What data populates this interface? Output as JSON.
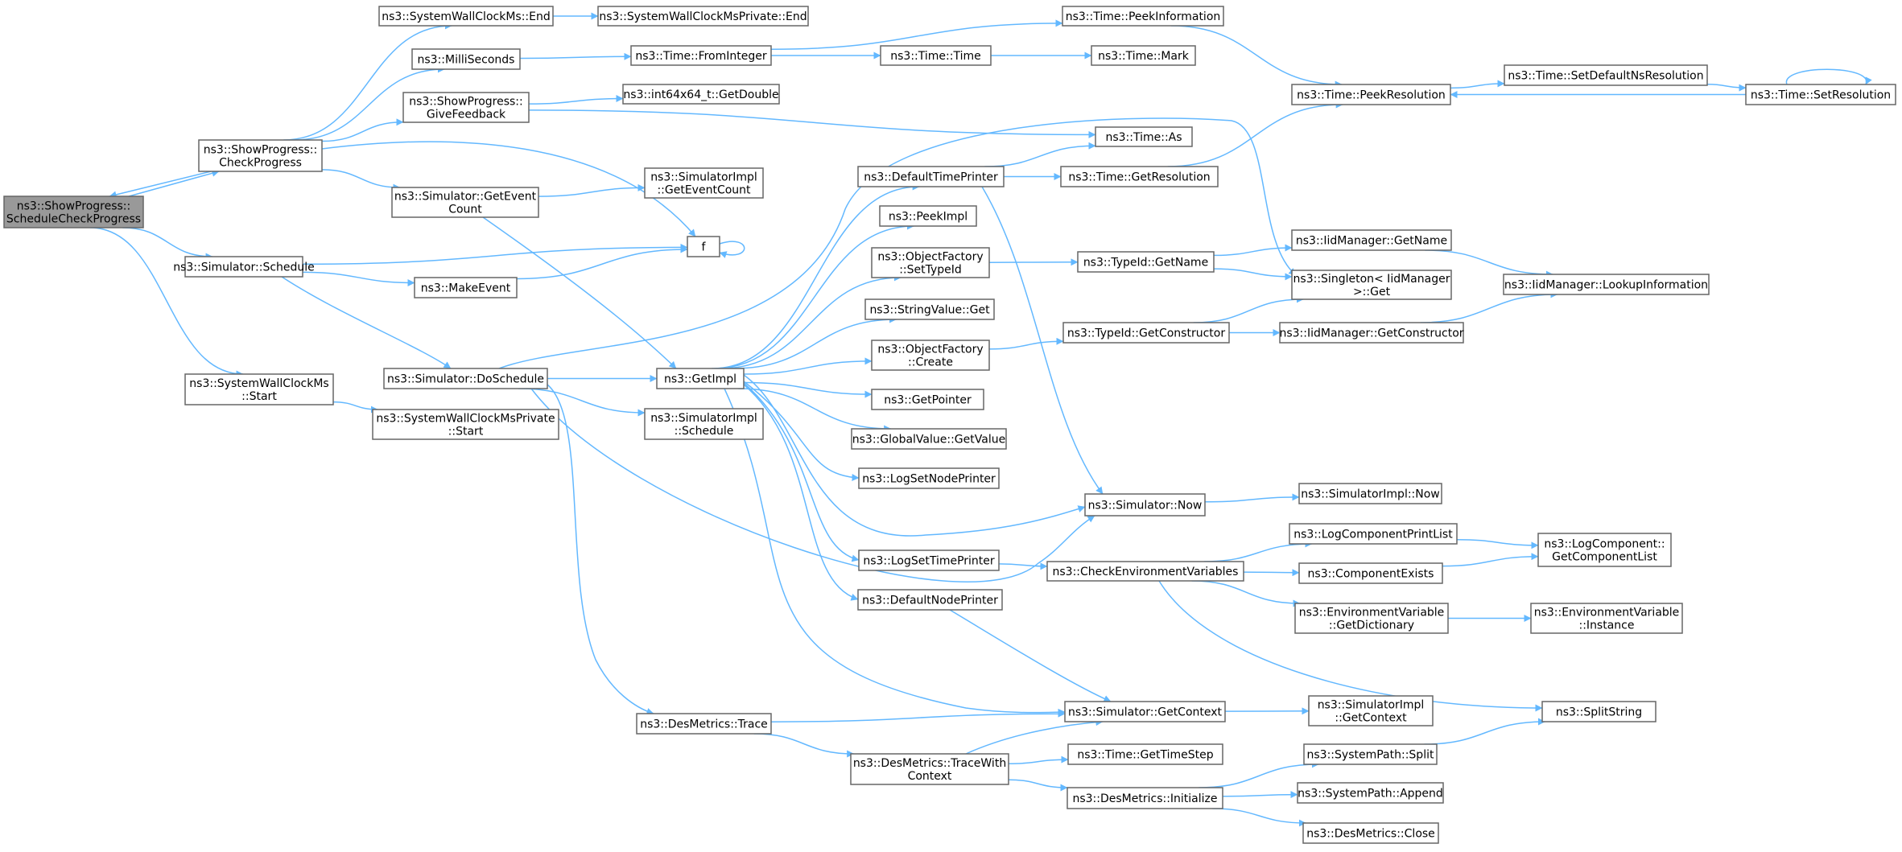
{
  "graph": {
    "edge_color": "#63b8ff",
    "node_border": "#666666",
    "root_fill": "#999999",
    "nodes": [
      {
        "id": "root",
        "lines": [
          "ns3::ShowProgress::",
          "ScheduleCheckProgress"
        ],
        "root": true
      },
      {
        "id": "sp_check",
        "lines": [
          "ns3::ShowProgress::",
          "CheckProgress"
        ]
      },
      {
        "id": "swc_end",
        "lines": [
          "ns3::SystemWallClockMs::End"
        ]
      },
      {
        "id": "swcp_end",
        "lines": [
          "ns3::SystemWallClockMsPrivate::End"
        ]
      },
      {
        "id": "millisec",
        "lines": [
          "ns3::MilliSeconds"
        ]
      },
      {
        "id": "time_fromint",
        "lines": [
          "ns3::Time::FromInteger"
        ]
      },
      {
        "id": "time_peekinfo",
        "lines": [
          "ns3::Time::PeekInformation"
        ]
      },
      {
        "id": "time_time",
        "lines": [
          "ns3::Time::Time"
        ]
      },
      {
        "id": "time_mark",
        "lines": [
          "ns3::Time::Mark"
        ]
      },
      {
        "id": "sp_give",
        "lines": [
          "ns3::ShowProgress::",
          "GiveFeedback"
        ]
      },
      {
        "id": "int64_getdouble",
        "lines": [
          "ns3::int64x64_t::GetDouble"
        ]
      },
      {
        "id": "time_as",
        "lines": [
          "ns3::Time::As"
        ]
      },
      {
        "id": "time_peekres",
        "lines": [
          "ns3::Time::PeekResolution"
        ]
      },
      {
        "id": "time_setdefault",
        "lines": [
          "ns3::Time::SetDefaultNsResolution"
        ]
      },
      {
        "id": "time_setres",
        "lines": [
          "ns3::Time::SetResolution"
        ]
      },
      {
        "id": "sim_geteventcount",
        "lines": [
          "ns3::Simulator::GetEvent",
          "Count"
        ]
      },
      {
        "id": "simimpl_geteventcount",
        "lines": [
          "ns3::SimulatorImpl",
          "::GetEventCount"
        ]
      },
      {
        "id": "f",
        "lines": [
          "f"
        ]
      },
      {
        "id": "sim_schedule",
        "lines": [
          "ns3::Simulator::Schedule"
        ]
      },
      {
        "id": "makeevent",
        "lines": [
          "ns3::MakeEvent"
        ]
      },
      {
        "id": "defaulttimeprinter",
        "lines": [
          "ns3::DefaultTimePrinter"
        ]
      },
      {
        "id": "time_getres",
        "lines": [
          "ns3::Time::GetResolution"
        ]
      },
      {
        "id": "peekimpl",
        "lines": [
          "ns3::PeekImpl"
        ]
      },
      {
        "id": "objfact_settypeid",
        "lines": [
          "ns3::ObjectFactory",
          "::SetTypeId"
        ]
      },
      {
        "id": "typeid_getname",
        "lines": [
          "ns3::TypeId::GetName"
        ]
      },
      {
        "id": "iidmgr_getname",
        "lines": [
          "ns3::IidManager::GetName"
        ]
      },
      {
        "id": "singleton_get",
        "lines": [
          "ns3::Singleton< IidManager",
          ">::Get"
        ]
      },
      {
        "id": "iidmgr_lookup",
        "lines": [
          "ns3::IidManager::LookupInformation"
        ]
      },
      {
        "id": "stringvalue_get",
        "lines": [
          "ns3::StringValue::Get"
        ]
      },
      {
        "id": "typeid_getctor",
        "lines": [
          "ns3::TypeId::GetConstructor"
        ]
      },
      {
        "id": "iidmgr_getctor",
        "lines": [
          "ns3::IidManager::GetConstructor"
        ]
      },
      {
        "id": "objfact_create",
        "lines": [
          "ns3::ObjectFactory",
          "::Create"
        ]
      },
      {
        "id": "sim_doschedule",
        "lines": [
          "ns3::Simulator::DoSchedule"
        ]
      },
      {
        "id": "getimpl",
        "lines": [
          "ns3::GetImpl"
        ]
      },
      {
        "id": "getpointer",
        "lines": [
          "ns3::GetPointer"
        ]
      },
      {
        "id": "swc_start",
        "lines": [
          "ns3::SystemWallClockMs",
          "::Start"
        ]
      },
      {
        "id": "swcp_start",
        "lines": [
          "ns3::SystemWallClockMsPrivate",
          "::Start"
        ]
      },
      {
        "id": "simimpl_schedule",
        "lines": [
          "ns3::SimulatorImpl",
          "::Schedule"
        ]
      },
      {
        "id": "globalvalue_getvalue",
        "lines": [
          "ns3::GlobalValue::GetValue"
        ]
      },
      {
        "id": "logsetnodeprinter",
        "lines": [
          "ns3::LogSetNodePrinter"
        ]
      },
      {
        "id": "sim_now",
        "lines": [
          "ns3::Simulator::Now"
        ]
      },
      {
        "id": "simimpl_now",
        "lines": [
          "ns3::SimulatorImpl::Now"
        ]
      },
      {
        "id": "logcompprintlist",
        "lines": [
          "ns3::LogComponentPrintList"
        ]
      },
      {
        "id": "logcomp_getlist",
        "lines": [
          "ns3::LogComponent::",
          "GetComponentList"
        ]
      },
      {
        "id": "logsettimeprinter",
        "lines": [
          "ns3::LogSetTimePrinter"
        ]
      },
      {
        "id": "checkenvvars",
        "lines": [
          "ns3::CheckEnvironmentVariables"
        ]
      },
      {
        "id": "compexists",
        "lines": [
          "ns3::ComponentExists"
        ]
      },
      {
        "id": "defaultnodeprinter",
        "lines": [
          "ns3::DefaultNodePrinter"
        ]
      },
      {
        "id": "envvar_getdict",
        "lines": [
          "ns3::EnvironmentVariable",
          "::GetDictionary"
        ]
      },
      {
        "id": "envvar_instance",
        "lines": [
          "ns3::EnvironmentVariable",
          "::Instance"
        ]
      },
      {
        "id": "splitstring",
        "lines": [
          "ns3::SplitString"
        ]
      },
      {
        "id": "desmetrics_trace",
        "lines": [
          "ns3::DesMetrics::Trace"
        ]
      },
      {
        "id": "sim_getcontext",
        "lines": [
          "ns3::Simulator::GetContext"
        ]
      },
      {
        "id": "simimpl_getcontext",
        "lines": [
          "ns3::SimulatorImpl",
          "::GetContext"
        ]
      },
      {
        "id": "desmetrics_tracewith",
        "lines": [
          "ns3::DesMetrics::TraceWith",
          "Context"
        ]
      },
      {
        "id": "time_gettimestep",
        "lines": [
          "ns3::Time::GetTimeStep"
        ]
      },
      {
        "id": "systempath_split",
        "lines": [
          "ns3::SystemPath::Split"
        ]
      },
      {
        "id": "desmetrics_init",
        "lines": [
          "ns3::DesMetrics::Initialize"
        ]
      },
      {
        "id": "systempath_append",
        "lines": [
          "ns3::SystemPath::Append"
        ]
      },
      {
        "id": "desmetrics_close",
        "lines": [
          "ns3::DesMetrics::Close"
        ]
      }
    ],
    "edges": [
      [
        "root",
        "sp_check"
      ],
      [
        "root",
        "sim_schedule"
      ],
      [
        "root",
        "swc_start"
      ],
      [
        "sp_check",
        "root"
      ],
      [
        "sp_check",
        "swc_end"
      ],
      [
        "sp_check",
        "millisec"
      ],
      [
        "sp_check",
        "sp_give"
      ],
      [
        "sp_check",
        "sim_geteventcount"
      ],
      [
        "sp_check",
        "f"
      ],
      [
        "swc_end",
        "swcp_end"
      ],
      [
        "millisec",
        "time_fromint"
      ],
      [
        "time_fromint",
        "time_peekinfo"
      ],
      [
        "time_fromint",
        "time_time"
      ],
      [
        "time_time",
        "time_mark"
      ],
      [
        "time_peekinfo",
        "time_peekres"
      ],
      [
        "sp_give",
        "int64_getdouble"
      ],
      [
        "sp_give",
        "time_as"
      ],
      [
        "time_peekres",
        "time_setdefault"
      ],
      [
        "time_setdefault",
        "time_setres"
      ],
      [
        "time_setres",
        "time_peekres"
      ],
      [
        "time_setres",
        "time_setres"
      ],
      [
        "sim_geteventcount",
        "simimpl_geteventcount"
      ],
      [
        "sim_geteventcount",
        "getimpl"
      ],
      [
        "f",
        "f"
      ],
      [
        "sim_schedule",
        "f"
      ],
      [
        "sim_schedule",
        "makeevent"
      ],
      [
        "sim_schedule",
        "sim_doschedule"
      ],
      [
        "makeevent",
        "f"
      ],
      [
        "sim_doschedule",
        "singleton_get"
      ],
      [
        "sim_doschedule",
        "getimpl"
      ],
      [
        "sim_doschedule",
        "simimpl_schedule"
      ],
      [
        "sim_doschedule",
        "sim_now"
      ],
      [
        "sim_doschedule",
        "desmetrics_trace"
      ],
      [
        "swc_start",
        "swcp_start"
      ],
      [
        "getimpl",
        "defaulttimeprinter"
      ],
      [
        "getimpl",
        "peekimpl"
      ],
      [
        "getimpl",
        "objfact_settypeid"
      ],
      [
        "getimpl",
        "stringvalue_get"
      ],
      [
        "getimpl",
        "objfact_create"
      ],
      [
        "getimpl",
        "getpointer"
      ],
      [
        "getimpl",
        "globalvalue_getvalue"
      ],
      [
        "getimpl",
        "logsetnodeprinter"
      ],
      [
        "getimpl",
        "sim_now"
      ],
      [
        "getimpl",
        "logsettimeprinter"
      ],
      [
        "getimpl",
        "defaultnodeprinter"
      ],
      [
        "getimpl",
        "sim_getcontext"
      ],
      [
        "defaulttimeprinter",
        "time_as"
      ],
      [
        "defaulttimeprinter",
        "time_getres"
      ],
      [
        "defaulttimeprinter",
        "sim_now"
      ],
      [
        "time_getres",
        "time_peekres"
      ],
      [
        "objfact_settypeid",
        "typeid_getname"
      ],
      [
        "typeid_getname",
        "iidmgr_getname"
      ],
      [
        "typeid_getname",
        "singleton_get"
      ],
      [
        "iidmgr_getname",
        "iidmgr_lookup"
      ],
      [
        "objfact_create",
        "typeid_getctor"
      ],
      [
        "typeid_getctor",
        "singleton_get"
      ],
      [
        "typeid_getctor",
        "iidmgr_getctor"
      ],
      [
        "iidmgr_getctor",
        "iidmgr_lookup"
      ],
      [
        "sim_now",
        "simimpl_now"
      ],
      [
        "logsettimeprinter",
        "checkenvvars"
      ],
      [
        "checkenvvars",
        "logcompprintlist"
      ],
      [
        "checkenvvars",
        "compexists"
      ],
      [
        "checkenvvars",
        "envvar_getdict"
      ],
      [
        "checkenvvars",
        "splitstring"
      ],
      [
        "logcompprintlist",
        "logcomp_getlist"
      ],
      [
        "compexists",
        "logcomp_getlist"
      ],
      [
        "envvar_getdict",
        "envvar_instance"
      ],
      [
        "defaultnodeprinter",
        "sim_getcontext"
      ],
      [
        "sim_getcontext",
        "simimpl_getcontext"
      ],
      [
        "desmetrics_trace",
        "sim_getcontext"
      ],
      [
        "desmetrics_trace",
        "desmetrics_tracewith"
      ],
      [
        "desmetrics_tracewith",
        "sim_getcontext"
      ],
      [
        "desmetrics_tracewith",
        "time_gettimestep"
      ],
      [
        "desmetrics_tracewith",
        "desmetrics_init"
      ],
      [
        "desmetrics_init",
        "systempath_split"
      ],
      [
        "desmetrics_init",
        "systempath_append"
      ],
      [
        "desmetrics_init",
        "desmetrics_close"
      ],
      [
        "systempath_split",
        "splitstring"
      ]
    ]
  }
}
